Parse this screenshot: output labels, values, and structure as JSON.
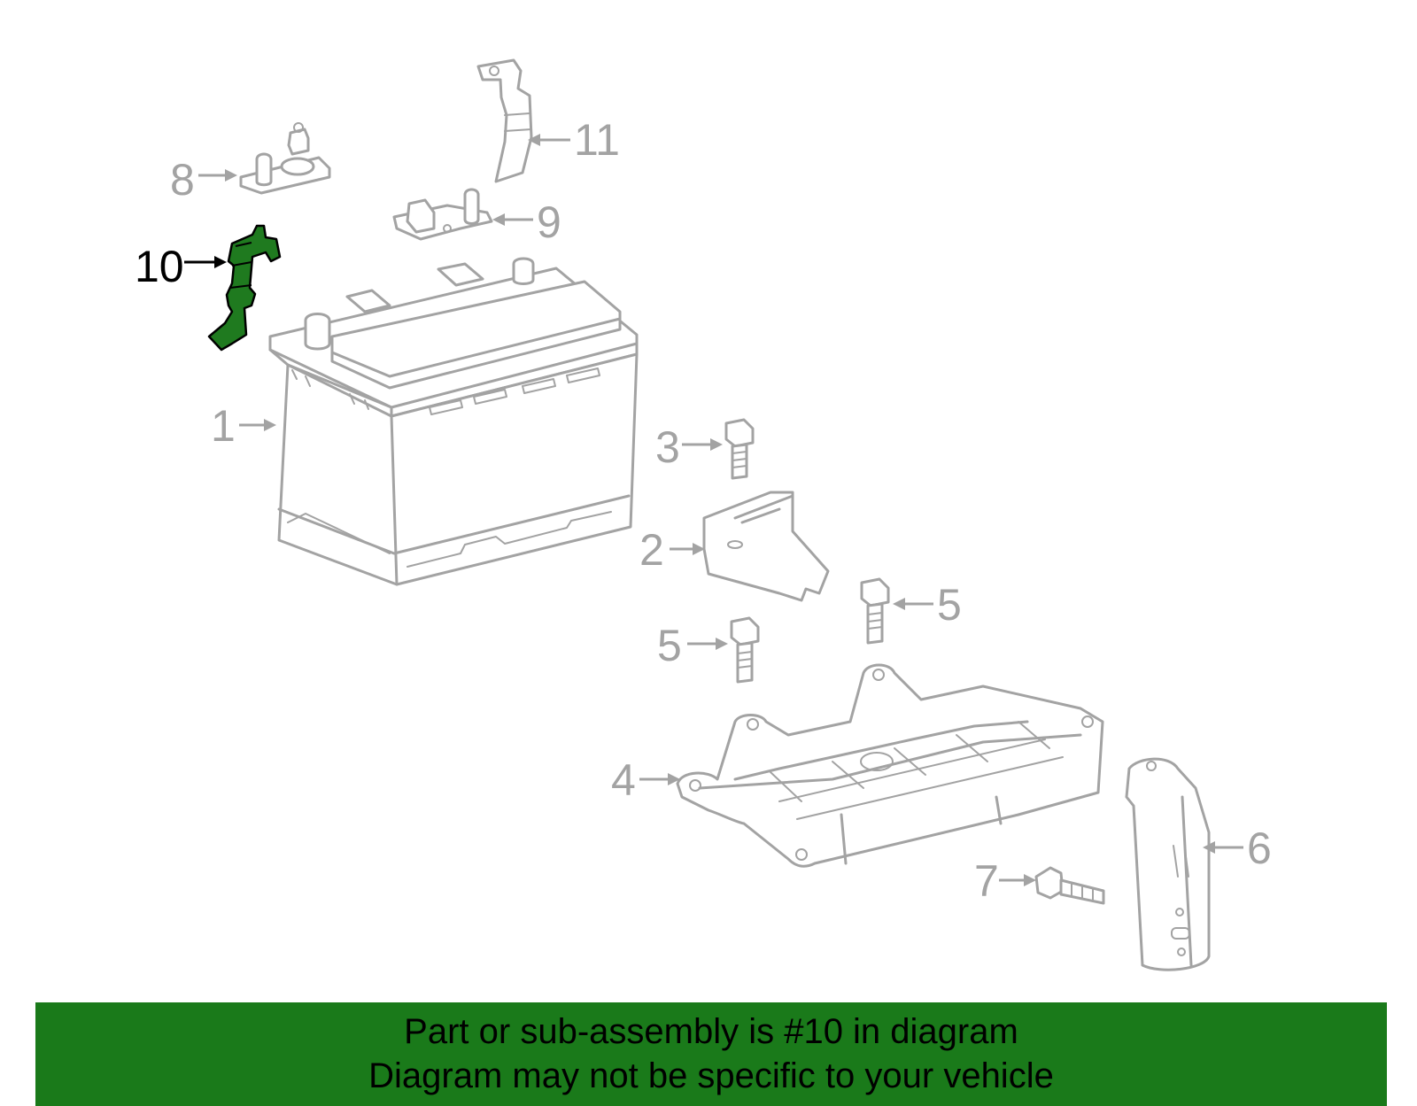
{
  "callouts": [
    {
      "id": "1",
      "label": "1"
    },
    {
      "id": "2",
      "label": "2"
    },
    {
      "id": "3",
      "label": "3"
    },
    {
      "id": "4",
      "label": "4"
    },
    {
      "id": "5a",
      "label": "5"
    },
    {
      "id": "5b",
      "label": "5"
    },
    {
      "id": "6",
      "label": "6"
    },
    {
      "id": "7",
      "label": "7"
    },
    {
      "id": "8",
      "label": "8"
    },
    {
      "id": "9",
      "label": "9"
    },
    {
      "id": "10",
      "label": "10"
    },
    {
      "id": "11",
      "label": "11"
    }
  ],
  "highlighted_part": "10",
  "colors": {
    "part_stroke": "#a3a3a3",
    "highlight_fill": "#1f7a1f",
    "banner_bg": "#1a7a1a"
  },
  "banner": {
    "line1": "Part or sub-assembly is #10 in diagram",
    "line2": "Diagram may not be specific to your vehicle"
  }
}
